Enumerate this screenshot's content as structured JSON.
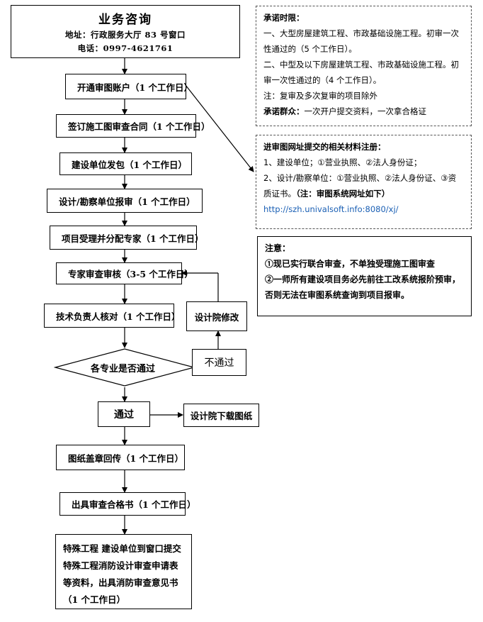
{
  "header": {
    "title": "业务咨询",
    "address": "地址：行政服务大厅 83 号窗口",
    "phone": "电话：0997-4621761"
  },
  "steps": {
    "open_account": "开通审图账户（1 个工作日）",
    "sign_contract": "签订施工图审查合同（1 个工作日）",
    "issue_contract": "建设单位发包（1 个工作日）",
    "design_report": "设计/勘察单位报审（1 个工作日）",
    "assign_expert": "项目受理并分配专家（1 个工作日）",
    "expert_review": "专家审查审核（3-5 个工作日）",
    "tech_check": "技术负责人核对（1 个工作日）",
    "decision": "各专业是否通过",
    "pass": "通过",
    "fail": "不通过",
    "design_modify": "设计院修改",
    "design_download": "设计院下载图纸",
    "stamp_return": "图纸盖章回传（1 个工作日）",
    "certificate": "出具审查合格书（1 个工作日）",
    "special": "特殊工程 建设单位到窗口提交特殊工程消防设计审查申请表等资料，出具消防审查意见书（1 个工作日）"
  },
  "promise_panel": {
    "title": "承诺时限：",
    "line1": "一、大型房屋建筑工程、市政基础设施工程。初审一次性通过的（5 个工作日）。",
    "line2": "二、中型及以下房屋建筑工程、市政基础设施工程。初审一次性通过的（4 个工作日）。",
    "line3": "注：复审及多次复审的项目除外",
    "line4_label": "承诺群众：",
    "line4_text": "一次开户提交资料，一次拿合格证"
  },
  "register_panel": {
    "title": "进审图网址提交的相关材料注册：",
    "line1": "1、建设单位；①营业执照、②法人身份证；",
    "line2": "2、设计/勘察单位：①营业执照、②法人身份证、③资质证书。",
    "note": "（注：审图系统网址如下）",
    "url": "http://szh.univalsoft.info:8080/xj/"
  },
  "notice_panel": {
    "title": "注意：",
    "line1": "①现已实行联合审查，不单独受理施工图审查",
    "line2": "②一师所有建设项目务必先前往工改系统报阶预审，否则无法在审图系统查询到项目报审。"
  },
  "colors": {
    "link": "#1a5fb4",
    "line": "#000000"
  }
}
